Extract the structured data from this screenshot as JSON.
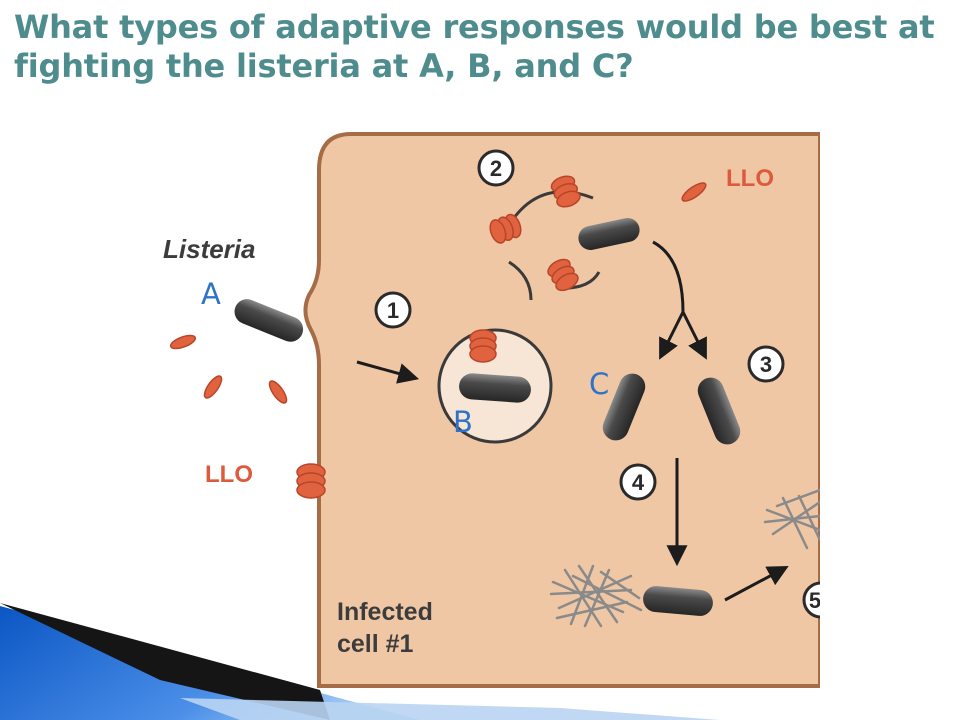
{
  "slide": {
    "title": "What types of adaptive responses would be best at fighting the listeria at A, B, and C?"
  },
  "diagram": {
    "labels": {
      "listeria": "Listeria",
      "llo_top": "LLO",
      "llo_left": "LLO",
      "infected_line1": "Infected",
      "infected_line2": "cell #1"
    },
    "steps": [
      "1",
      "2",
      "3",
      "4",
      "5"
    ],
    "markers": {
      "a": "A",
      "b": "B",
      "c": "C"
    },
    "colors": {
      "cell_fill": "#efc7a5",
      "cell_border": "#a66c45",
      "bacterium": "#474747",
      "llo": "#e0623f",
      "title": "#4e8c8d",
      "marker": "#2e73c8"
    }
  }
}
